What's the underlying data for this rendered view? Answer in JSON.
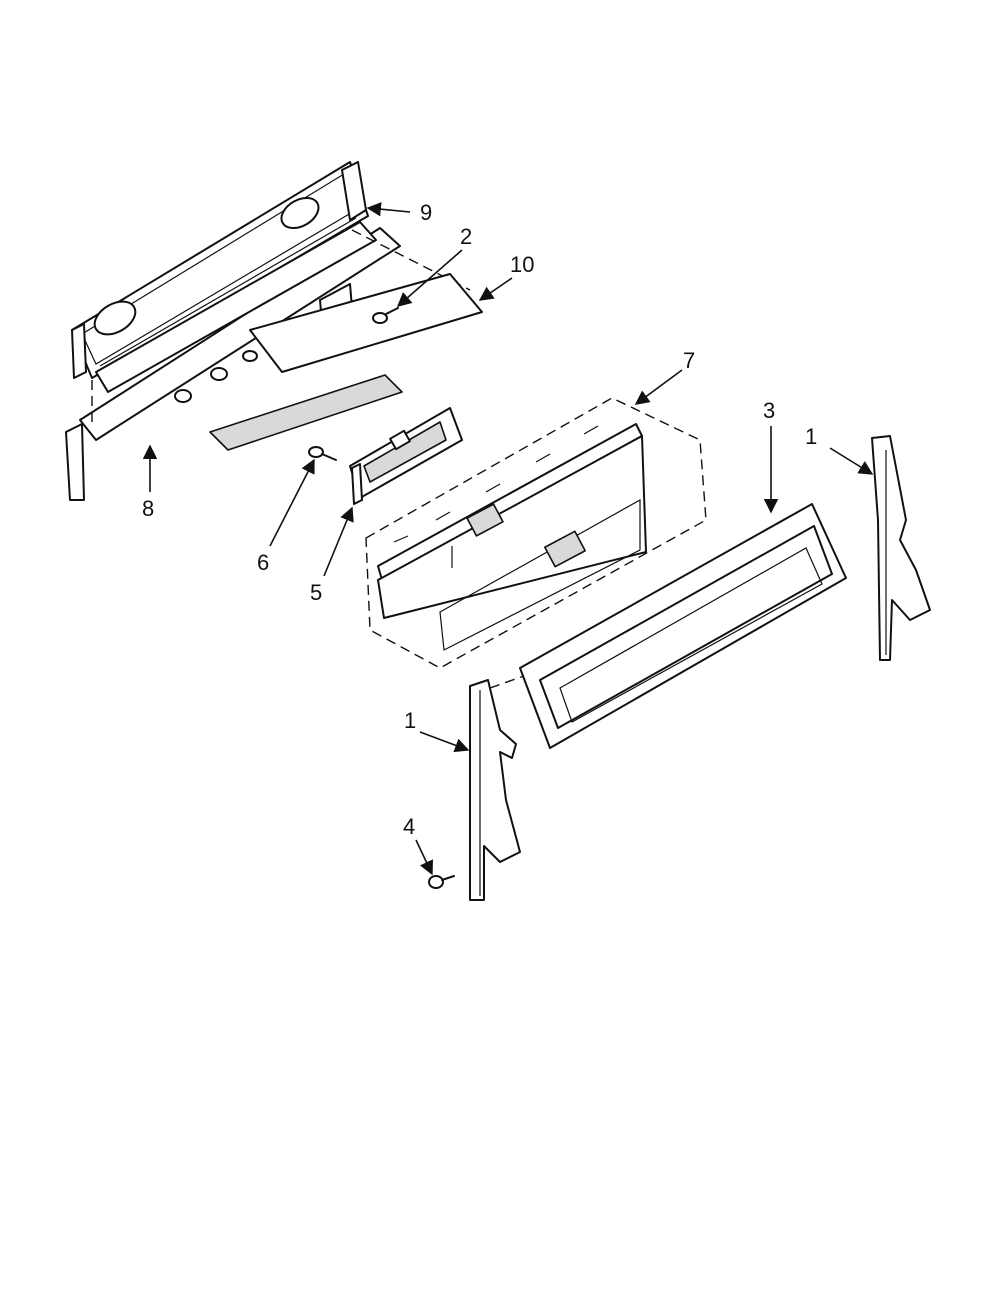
{
  "diagram": {
    "callouts": {
      "c1a": "1",
      "c1b": "1",
      "c2": "2",
      "c3": "3",
      "c4": "4",
      "c5": "5",
      "c6": "6",
      "c7": "7",
      "c8": "8",
      "c9": "9",
      "c10": "10"
    }
  }
}
